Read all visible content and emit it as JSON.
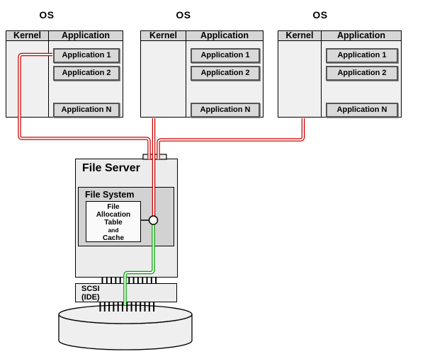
{
  "os_blocks": [
    {
      "title": "OS",
      "kernel_label": "Kernel",
      "application_label": "Application",
      "applications": [
        "Application 1",
        "Application 2",
        "Application N"
      ]
    },
    {
      "title": "OS",
      "kernel_label": "Kernel",
      "application_label": "Application",
      "applications": [
        "Application 1",
        "Application 2",
        "Application N"
      ]
    },
    {
      "title": "OS",
      "kernel_label": "Kernel",
      "application_label": "Application",
      "applications": [
        "Application 1",
        "Application 2",
        "Application N"
      ]
    }
  ],
  "file_server": {
    "title": "File Server",
    "file_system": {
      "title": "File System",
      "fat_lines": [
        "File",
        "Allocation",
        "Table",
        "and",
        "Cache"
      ]
    }
  },
  "scsi": {
    "lines": [
      "SCSI",
      "(IDE)"
    ]
  },
  "colors": {
    "red_line": "#cc0000",
    "green_line": "#00a300"
  }
}
